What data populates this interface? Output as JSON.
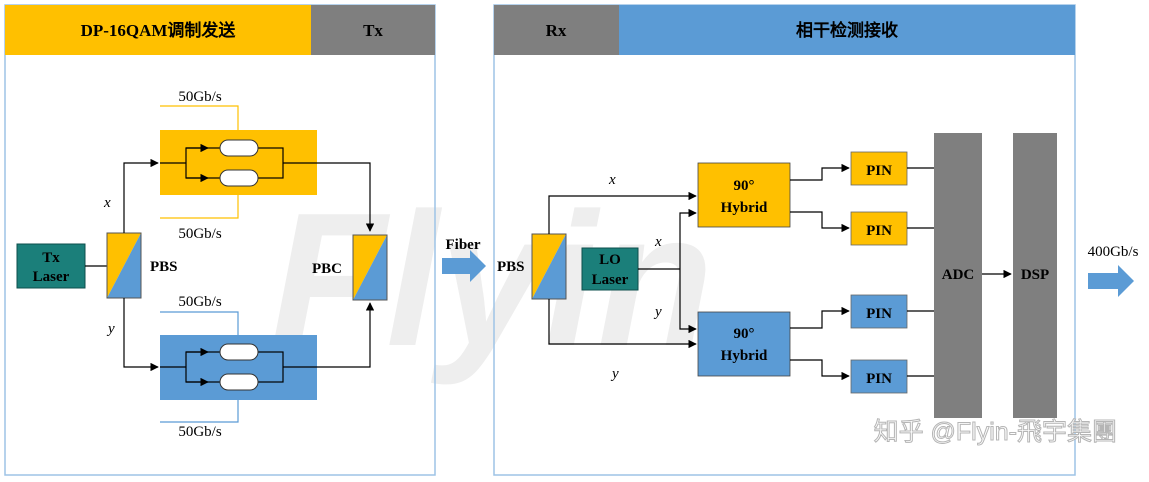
{
  "tx": {
    "header_title": "DP-16QAM调制发送",
    "header_tag": "Tx",
    "laser_line1": "Tx",
    "laser_line2": "Laser",
    "pbs_label": "PBS",
    "pbc_label": "PBC",
    "x_label": "x",
    "y_label": "y",
    "rate_top_upper": "50Gb/s",
    "rate_top_lower": "50Gb/s",
    "rate_bottom_upper": "50Gb/s",
    "rate_bottom_lower": "50Gb/s"
  },
  "link": {
    "fiber_label": "Fiber",
    "output_rate": "400Gb/s"
  },
  "rx": {
    "header_tag": "Rx",
    "header_title": "相干检测接收",
    "pbs_label": "PBS",
    "lo_line1": "LO",
    "lo_line2": "Laser",
    "x_label_top": "x",
    "x_label_lo": "x",
    "y_label_lo": "y",
    "y_label_bottom": "y",
    "hybrid_top_line1": "90°",
    "hybrid_top_line2": "Hybrid",
    "hybrid_bottom_line1": "90°",
    "hybrid_bottom_line2": "Hybrid",
    "pin_labels": [
      "PIN",
      "PIN",
      "PIN",
      "PIN"
    ],
    "adc_label": "ADC",
    "dsp_label": "DSP"
  },
  "watermark": {
    "diagonal": "Flyin",
    "credit": "知乎 @Flyin-飛宇集團"
  },
  "colors": {
    "yellow": "#FFC000",
    "blue": "#5B9BD5",
    "gray": "#7F7F7F",
    "teal": "#1B7F7A",
    "panel_border": "#9DC3E6"
  }
}
